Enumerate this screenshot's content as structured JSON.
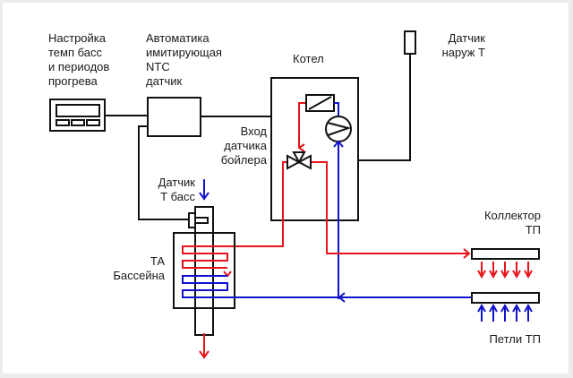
{
  "diagram": {
    "colors": {
      "line": "#111111",
      "hot": "#e8141a",
      "cold": "#1212cc",
      "frame": "#ececec",
      "panel": "#ffffff"
    },
    "labels": {
      "controller": "Настройка\nтемп басс\nи периодов\nпрогрева",
      "ntc_automation": "Автоматика\nимитирующая\nNTC\nдатчик",
      "boiler": "Котел",
      "outdoor_sensor": "Датчик\nнаруж Т",
      "boiler_sensor_input": "Вход\nдатчика\nбойлера",
      "pool_sensor": "Датчик\nТ басс",
      "pool_heat_exchanger": "ТА\nБассейна",
      "manifold": "Коллектор\nТП",
      "floor_loops": "Петли ТП"
    },
    "components": [
      {
        "id": "controller",
        "icon": "thermostat-display-icon"
      },
      {
        "id": "ntc_automation",
        "icon": "module-box-icon"
      },
      {
        "id": "boiler",
        "icon": "boiler-box-icon"
      },
      {
        "id": "heat_exchanger_element",
        "icon": "heat-exchanger-element-icon"
      },
      {
        "id": "pump",
        "icon": "pump-icon"
      },
      {
        "id": "three_way_valve",
        "icon": "three-way-valve-icon"
      },
      {
        "id": "outdoor_sensor",
        "icon": "sensor-icon"
      },
      {
        "id": "pool_sensor",
        "icon": "sensor-probe-icon"
      },
      {
        "id": "pool_heat_exchanger",
        "icon": "coil-heat-exchanger-icon"
      },
      {
        "id": "supply_manifold",
        "icon": "manifold-icon"
      },
      {
        "id": "return_manifold",
        "icon": "manifold-icon"
      }
    ],
    "floor_loop_count": 5
  }
}
